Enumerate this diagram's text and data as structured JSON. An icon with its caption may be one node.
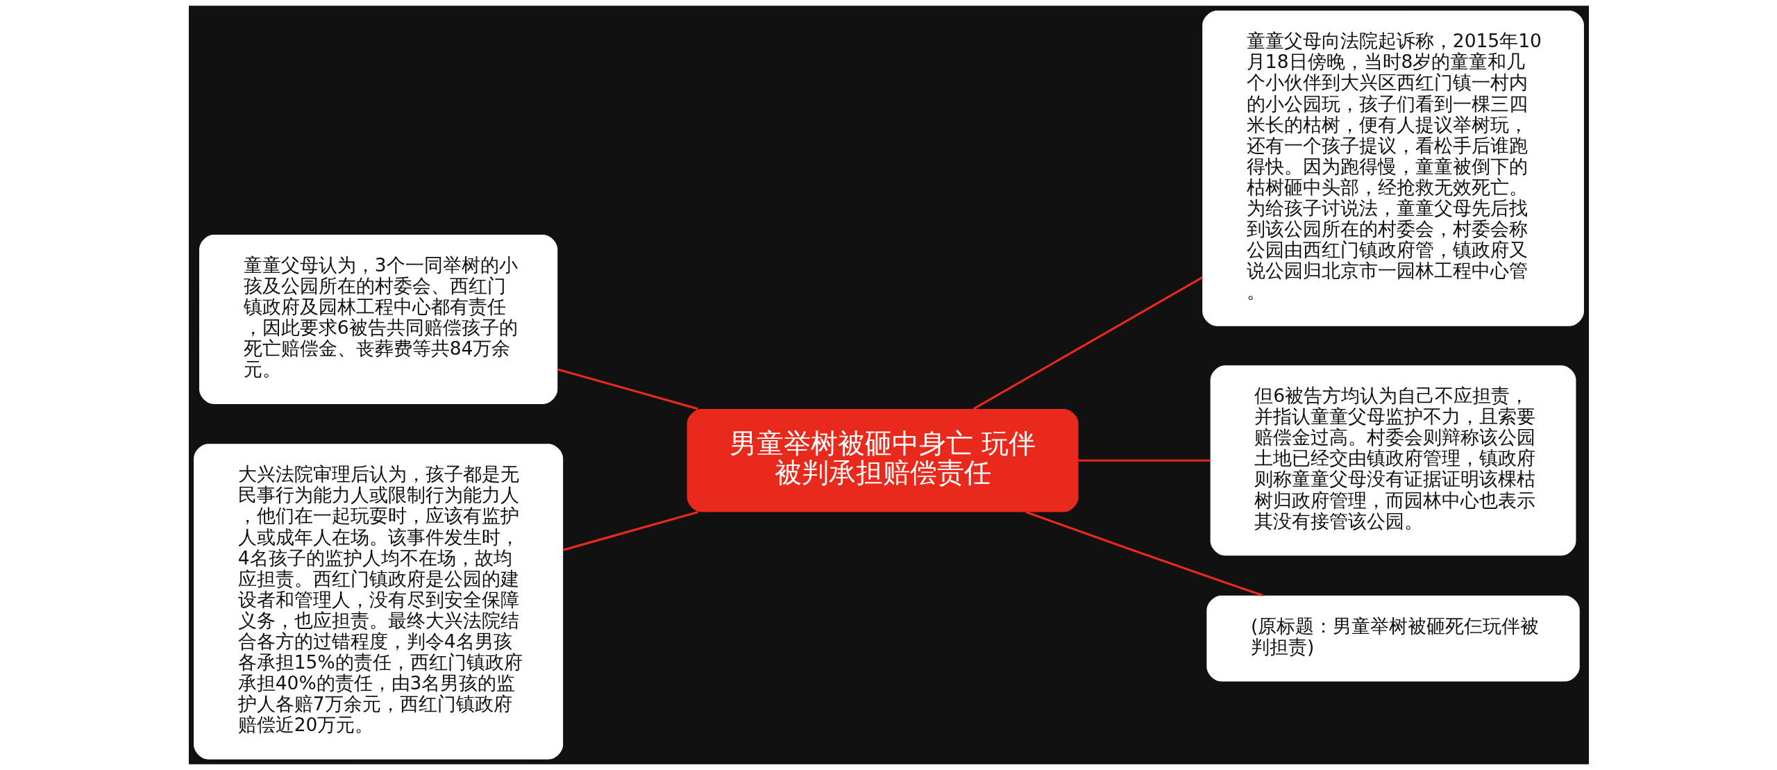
{
  "diagram": {
    "nodes": [
      {
        "text": [
          "男童举树被砸中身亡 玩伴被判承担赔偿责任"
        ]
      },
      {
        "text": [
          "童童父母认为，3个一同举树的小孩及公园所在的村委会、西红门镇政府及园林工程中心都有责任，因此要求6被告共同赔偿孩子的死亡赔偿金、丧葬费等共84万余元。"
        ]
      },
      {
        "text": [
          "大兴法院审理后认为，孩子都是无民事行为能力人或限制行为能力人，他们在一起玩耍时，应该有监护人或成年人在场。该事件发生时，4名孩子的监护人均不在场，故均应担责。西红门镇政府是公园的建设者和管理人，没有尽到安全保障义务，也应担责。最终大兴法院结合各方的过错程度，判令4名男孩各承担15%的责任，西红门镇政府承担40%的责任，由3名男孩的监护人各赔7万余元，西红门镇政府赔偿近20万元。"
        ]
      },
      {
        "text": [
          "童童父母向法院起诉称，2015年10月18日傍晚，当时8岁的童童和几个小伙伴到大兴区西红门镇一村内的小公园玩，孩子们看到一棵三四米长的枯树，便有人提议举树玩，还有一个孩子提议，看松手后谁跑得快。因为跑得慢，童童被倒下的枯树砸中头部，经抢救无效死亡。为给孩子讨说法，童童父母先后找到该公园所在的村委会，村委会称公园由西红门镇政府管，镇政府又说公园归北京市一园林工程中心管。"
        ]
      },
      {
        "text": [
          "但6被告方均认为自己不应担责，并指认童童父母监护不力，且索要赔偿金过高。村委会则辩称该公园土地已经交由镇政府管理，镇政府则称童童父母没有证据证明该棵枯树归政府管理，而园林中心也表示其没有接管该公园。"
        ]
      },
      {
        "text": [
          "(原标题：男童举树被砸死仨玩伴被判担责)"
        ]
      }
    ],
    "edges": [
      {
        "from": 0,
        "to": 1,
        "arrow": "none"
      },
      {
        "from": 0,
        "to": 2,
        "arrow": "none"
      },
      {
        "from": 0,
        "to": 3,
        "arrow": "none"
      },
      {
        "from": 0,
        "to": 4,
        "arrow": "none"
      },
      {
        "from": 0,
        "to": 5,
        "arrow": "none"
      }
    ]
  }
}
